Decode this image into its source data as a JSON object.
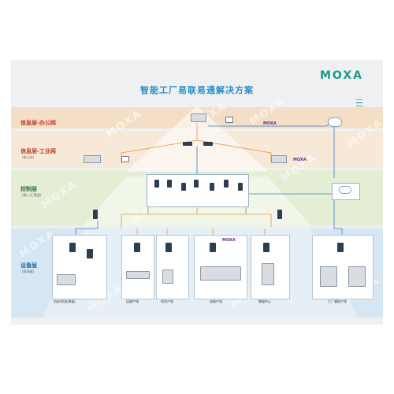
{
  "title": "智能工厂易联易通解决方案",
  "brand": "MOXA",
  "watermark": "MOXA",
  "layers": {
    "office": "信息层-办公网",
    "industrial": "信息层-工业网",
    "industrial_sub": "(核心网)",
    "control": "控制层",
    "control_sub": "(接入/汇聚层)",
    "device": "设备层",
    "device_sub": "(现场级)"
  },
  "badges": {
    "mgmt_1": "MOXA",
    "mgmt_2": "MOXA",
    "mgmt_3": "MOXA"
  },
  "zones": {
    "z1": "机床/机加/装配...",
    "z2": "运输产线",
    "z3": "喷涂产线",
    "z4": "组装产线",
    "z5": "数据中心",
    "z6": "工厂辅助产线"
  },
  "colors": {
    "accent": "#2a8fc6",
    "brand": "#1d9a8a",
    "office_band": "#f4dfc6",
    "industrial_band": "#f7e9d7",
    "control_band": "#e3eed5",
    "device_band": "#d6e6f3",
    "link_orange": "#e69a3a",
    "link_blue": "#3a7fc1"
  }
}
